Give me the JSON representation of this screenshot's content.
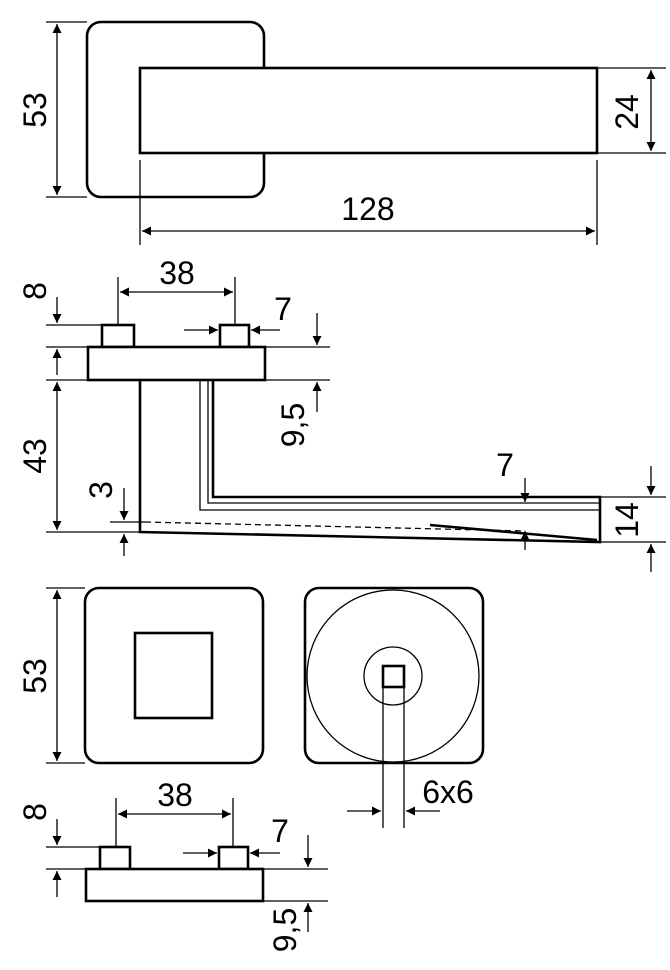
{
  "dimensions": {
    "top_rose_height": "53",
    "top_lever_height": "24",
    "top_lever_length": "128",
    "side_rose_thickness": "8",
    "side_spacing": "38",
    "side_stud_width": "7",
    "side_offset": "9,5",
    "side_height": "43",
    "side_drop": "3",
    "side_lever_wall": "7",
    "side_lever_tip": "14",
    "front_rose_height": "53",
    "front_square": "6x6",
    "bottom_rose_thickness": "8",
    "bottom_spacing": "38",
    "bottom_stud_width": "7",
    "bottom_offset": "9,5"
  }
}
